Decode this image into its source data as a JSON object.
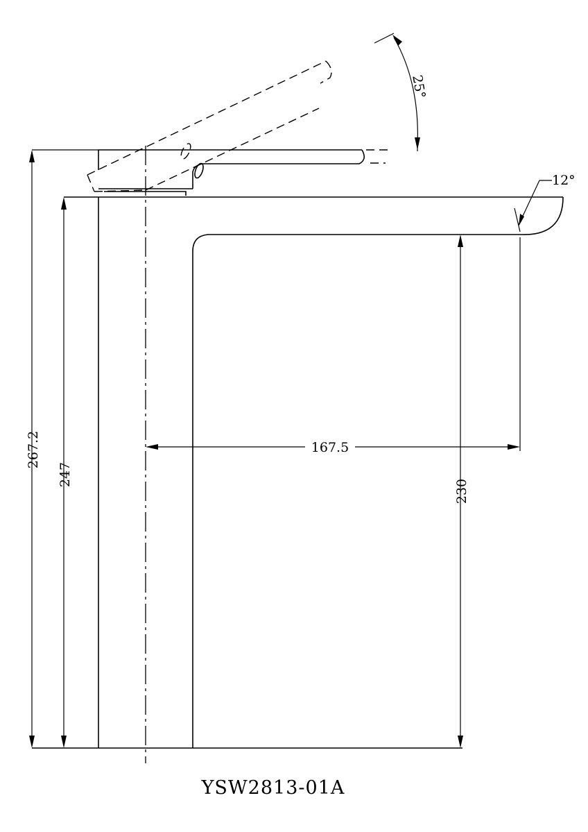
{
  "drawing": {
    "model_code": "YSW2813-01A",
    "dimensions": {
      "total_height": "267.2",
      "body_height": "247",
      "spout_height": "230",
      "spout_reach": "167.5",
      "handle_angle": "25°",
      "spout_angle": "12°"
    }
  }
}
